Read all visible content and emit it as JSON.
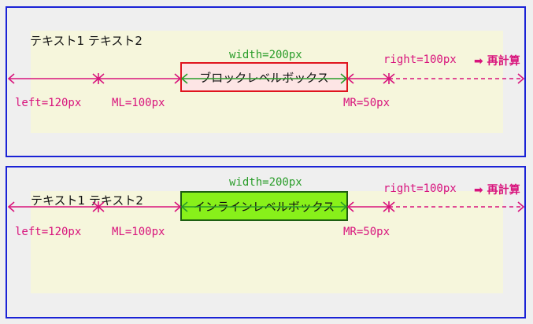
{
  "panels": [
    {
      "sample_text": "テキスト1 テキスト2",
      "box_label": "ブロックレベルボックス",
      "width_label": "width=200px",
      "right_label": "right=100px",
      "recalc_label": "再計算",
      "left_label": "left=120px",
      "ml_label": "ML=100px",
      "mr_label": "MR=50px"
    },
    {
      "sample_text": "テキスト1 テキスト2",
      "box_label": "インラインレベルボックス",
      "width_label": "width=200px",
      "right_label": "right=100px",
      "recalc_label": "再計算",
      "left_label": "left=120px",
      "ml_label": "ML=100px",
      "mr_label": "MR=50px"
    }
  ],
  "colors": {
    "panel_border": "#1a22d6",
    "panel_background": "#efefef",
    "containing_block": "#f6f6dc",
    "block_box_border": "#e0141e",
    "block_box_fill": "#fde5e5",
    "inline_box_border": "#1d5f12",
    "inline_box_fill": "#88f01a",
    "offset_arrows": "#d8137c",
    "width_arrow": "#2a9d2a"
  },
  "icons": {
    "recalc": "right-arrow-icon"
  }
}
